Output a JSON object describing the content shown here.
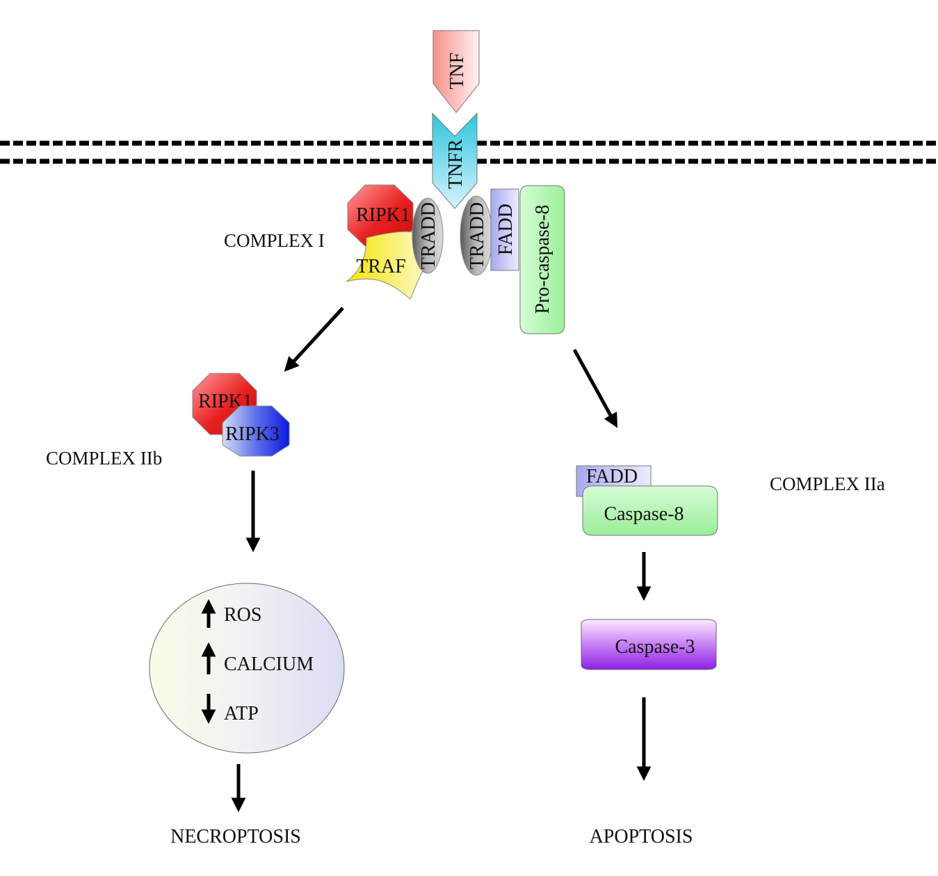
{
  "molecules": {
    "tnf": "TNF",
    "tnfr": "TNFR",
    "ripk1_complex1": "RIPK1",
    "tradd_left": "TRADD",
    "tradd_right": "TRADD",
    "traf": "TRAF",
    "fadd_complex1": "FADD",
    "procaspase8": "Pro-caspase-8",
    "ripk1_complex2b": "RIPK1",
    "ripk3": "RIPK3",
    "fadd_complex2a": "FADD",
    "caspase8": "Caspase-8",
    "caspase3": "Caspase-3"
  },
  "complex_labels": {
    "complex1": "COMPLEX I",
    "complex2b": "COMPLEX IIb",
    "complex2a": "COMPLEX IIa"
  },
  "cell_effects": {
    "ros": "ROS",
    "ros_direction": "up",
    "calcium": "CALCIUM",
    "calcium_direction": "up",
    "atp": "ATP",
    "atp_direction": "down"
  },
  "outcomes": {
    "necroptosis": "NECROPTOSIS",
    "apoptosis": "APOPTOSIS"
  },
  "colors": {
    "tnf": "#f4a7a3",
    "tnfr": "#3ec8e0",
    "ripk1": "#e8282a",
    "ripk3": "#1a2ee0",
    "tradd": "#8a8a8a",
    "traf": "#f0e020",
    "fadd": "#aaaaee",
    "caspase8": "#a4f0a4",
    "caspase3": "#a64be8"
  }
}
